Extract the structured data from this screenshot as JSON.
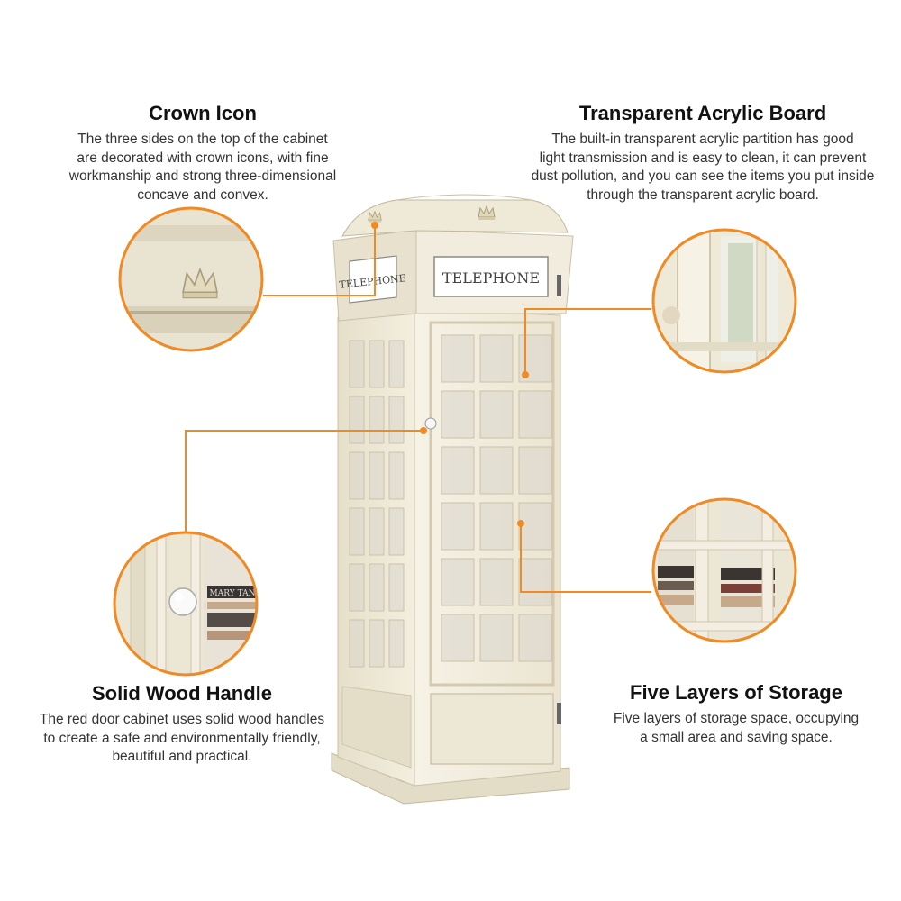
{
  "features": {
    "crown": {
      "title": "Crown Icon",
      "lines": [
        "The three sides on the top of the cabinet",
        "are decorated with crown icons, with fine",
        "workmanship and strong three-dimensional",
        "concave and convex."
      ]
    },
    "acrylic": {
      "title": "Transparent Acrylic Board",
      "lines": [
        "The built-in transparent acrylic partition has good",
        "light transmission and is easy to clean, it can prevent",
        "dust pollution, and you can see the items you put inside",
        "through the transparent acrylic board."
      ]
    },
    "handle": {
      "title": "Solid Wood Handle",
      "lines": [
        "The red door cabinet uses solid wood handles",
        "to create a safe and environmentally friendly,",
        "beautiful and practical."
      ]
    },
    "storage": {
      "title": "Five Layers of Storage",
      "lines": [
        "Five layers of storage space, occupying",
        "a small area and saving space."
      ]
    }
  },
  "cabinet": {
    "front_sign": "TELEPHONE",
    "side_sign": "TELEPHONE",
    "book_label": "MARY TAN"
  },
  "colors": {
    "accent": "#f08a24",
    "cabinet": "#efe9d8",
    "cabinet_shadow": "#d6ceb8",
    "outline": "#bdb49c"
  },
  "icons": [
    "crown-icon"
  ]
}
